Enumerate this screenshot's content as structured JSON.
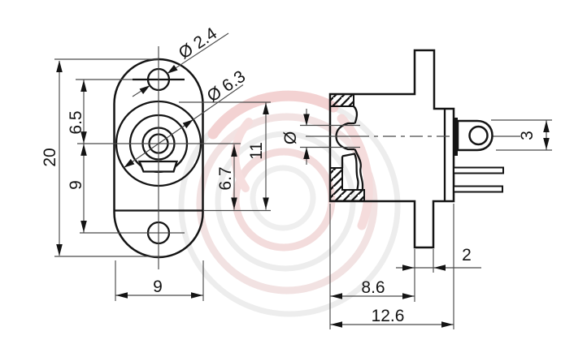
{
  "drawing": {
    "front_view": {
      "dim_mount_hole_dia": "Ø 2.4",
      "dim_barrel_dia": "Ø 6.3",
      "dim_top_hole_offset": "6.5",
      "dim_overall_height": "20",
      "dim_bottom_hole_offset": "9",
      "dim_body_width": "9",
      "dim_barrel_height": "11",
      "dim_center_to_shoulder": "6.7"
    },
    "side_view": {
      "dim_pin_dia_symbol": "Ø",
      "dim_lug_height": "3",
      "dim_tab_width": "2",
      "dim_body_depth": "8.6",
      "dim_overall_depth": "12.6"
    },
    "colors": {
      "line": "#141414",
      "thin_line": "#4a4a4a",
      "watermark_gray": "#ececec",
      "watermark_pink": "#f3d8d8",
      "background": "#ffffff"
    }
  }
}
